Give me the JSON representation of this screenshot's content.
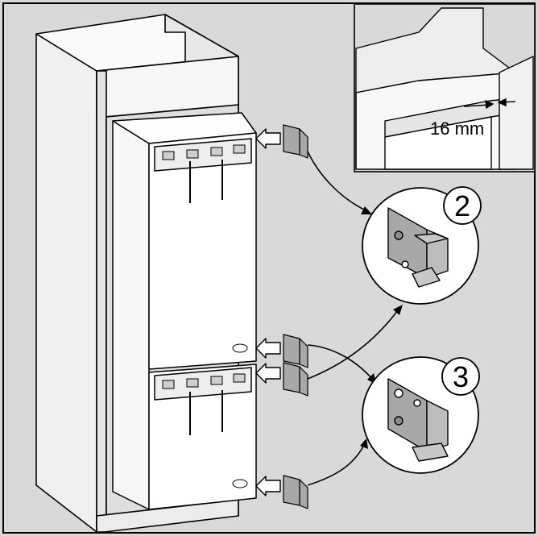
{
  "inset": {
    "measurement_label": "16 mm"
  },
  "callouts": [
    {
      "id": "bracket-top",
      "number": "2"
    },
    {
      "id": "bracket-middle",
      "number": "3"
    }
  ],
  "colors": {
    "background": "#d9d9d9",
    "cabinet": "#f4f4f4",
    "appliance": "#ffffff",
    "stroke": "#000000",
    "bracket": "#a8a8a8"
  }
}
